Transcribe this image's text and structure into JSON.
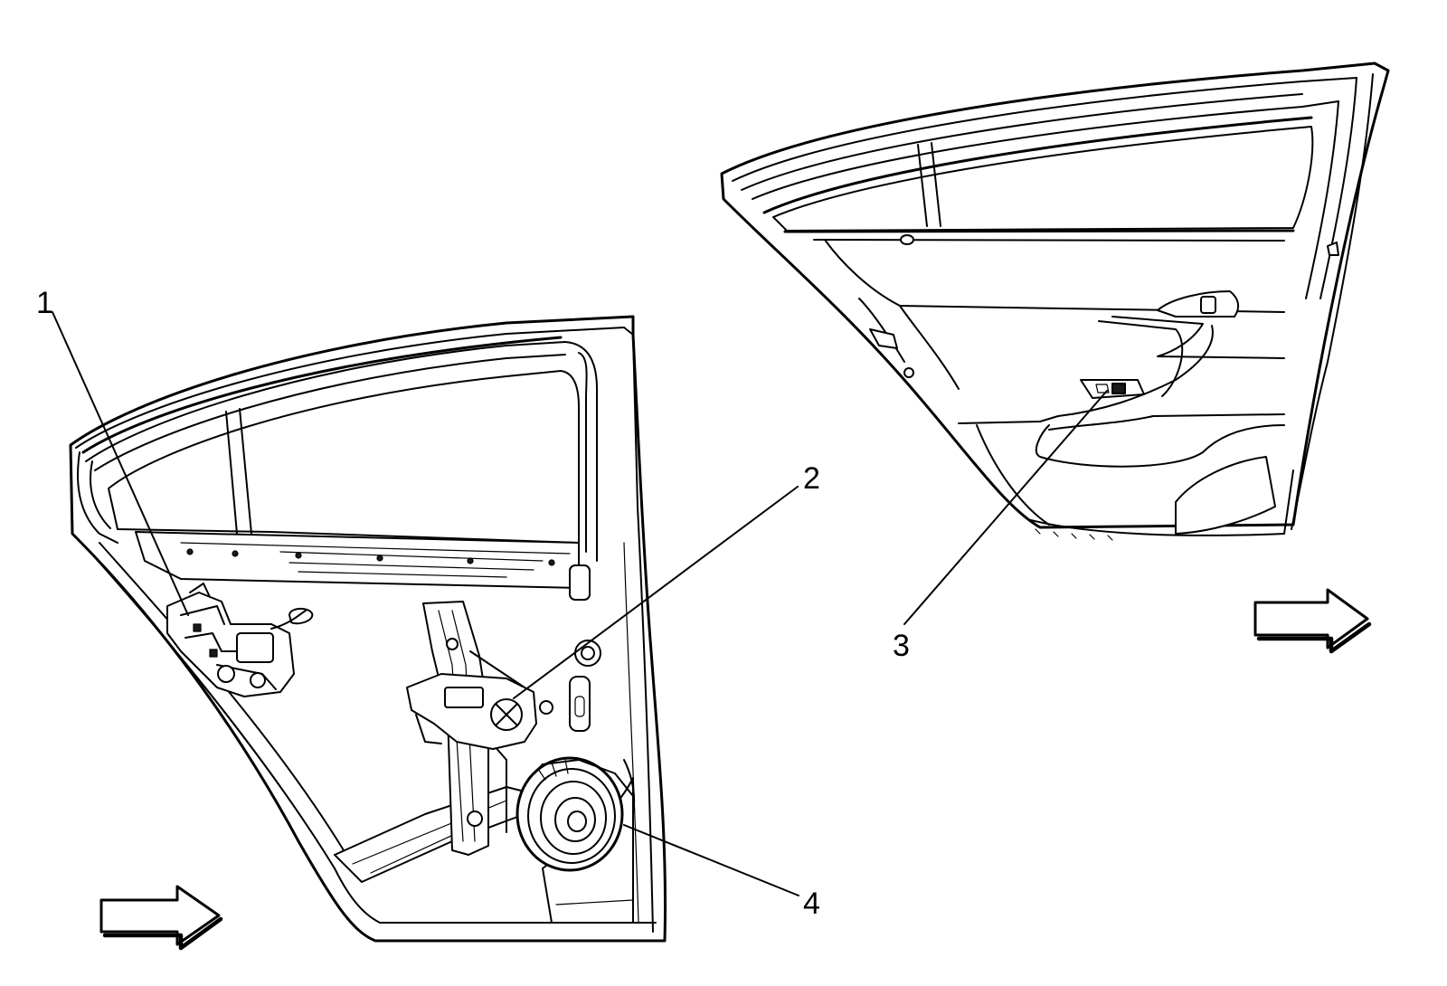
{
  "diagram": {
    "callouts": [
      {
        "number": "1"
      },
      {
        "number": "2"
      },
      {
        "number": "3"
      },
      {
        "number": "4"
      }
    ],
    "arrows": [
      {
        "icon": "direction-arrow-icon"
      },
      {
        "icon": "direction-arrow-icon"
      }
    ],
    "colors": {
      "stroke": "#000000",
      "background": "#ffffff"
    }
  }
}
